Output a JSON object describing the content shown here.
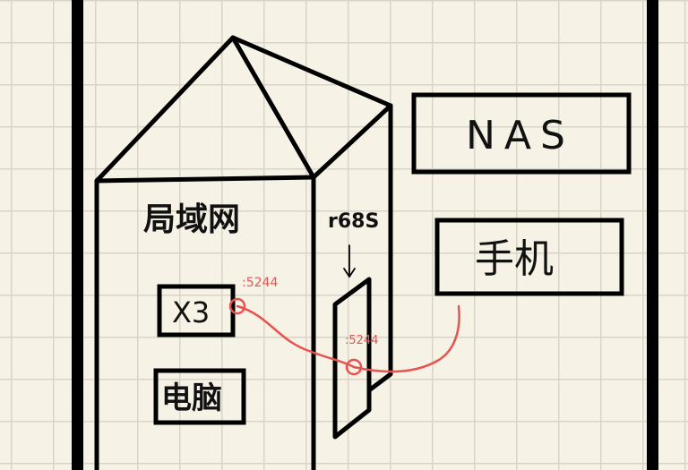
{
  "labels": {
    "house": "局域网",
    "device_x3": "X3",
    "device_pc": "电脑",
    "router": "r68S",
    "nas": "NAS",
    "phone": "手机",
    "port_x3": ":5244",
    "port_router": ":5244"
  },
  "colors": {
    "ink": "#111111",
    "connection": "#e8534f",
    "paper": "#f6f3e6",
    "grid": "#d8d4c8"
  }
}
